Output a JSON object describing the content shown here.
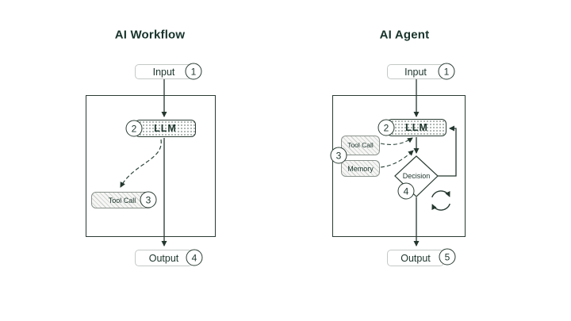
{
  "colors": {
    "ink": "#20382f",
    "frame_border": "#2a3c33",
    "io_border": "#c4c9c6",
    "pattern_dot": "#97a19b"
  },
  "diagrams": {
    "workflow": {
      "title": "AI Workflow",
      "input": {
        "label": "Input",
        "badge": "1"
      },
      "llm": {
        "label": "LLM",
        "badge": "2"
      },
      "tool_call": {
        "label": "Tool Call",
        "badge": "3"
      },
      "output": {
        "label": "Output",
        "badge": "4"
      }
    },
    "agent": {
      "title": "AI Agent",
      "input": {
        "label": "Input",
        "badge": "1"
      },
      "llm": {
        "label": "LLM",
        "badge": "2"
      },
      "tool_call": {
        "label": "Tool Call"
      },
      "memory": {
        "label": "Memory"
      },
      "resources_badge": "3",
      "decision": {
        "label": "Decision",
        "badge": "4"
      },
      "output": {
        "label": "Output",
        "badge": "5"
      }
    }
  }
}
